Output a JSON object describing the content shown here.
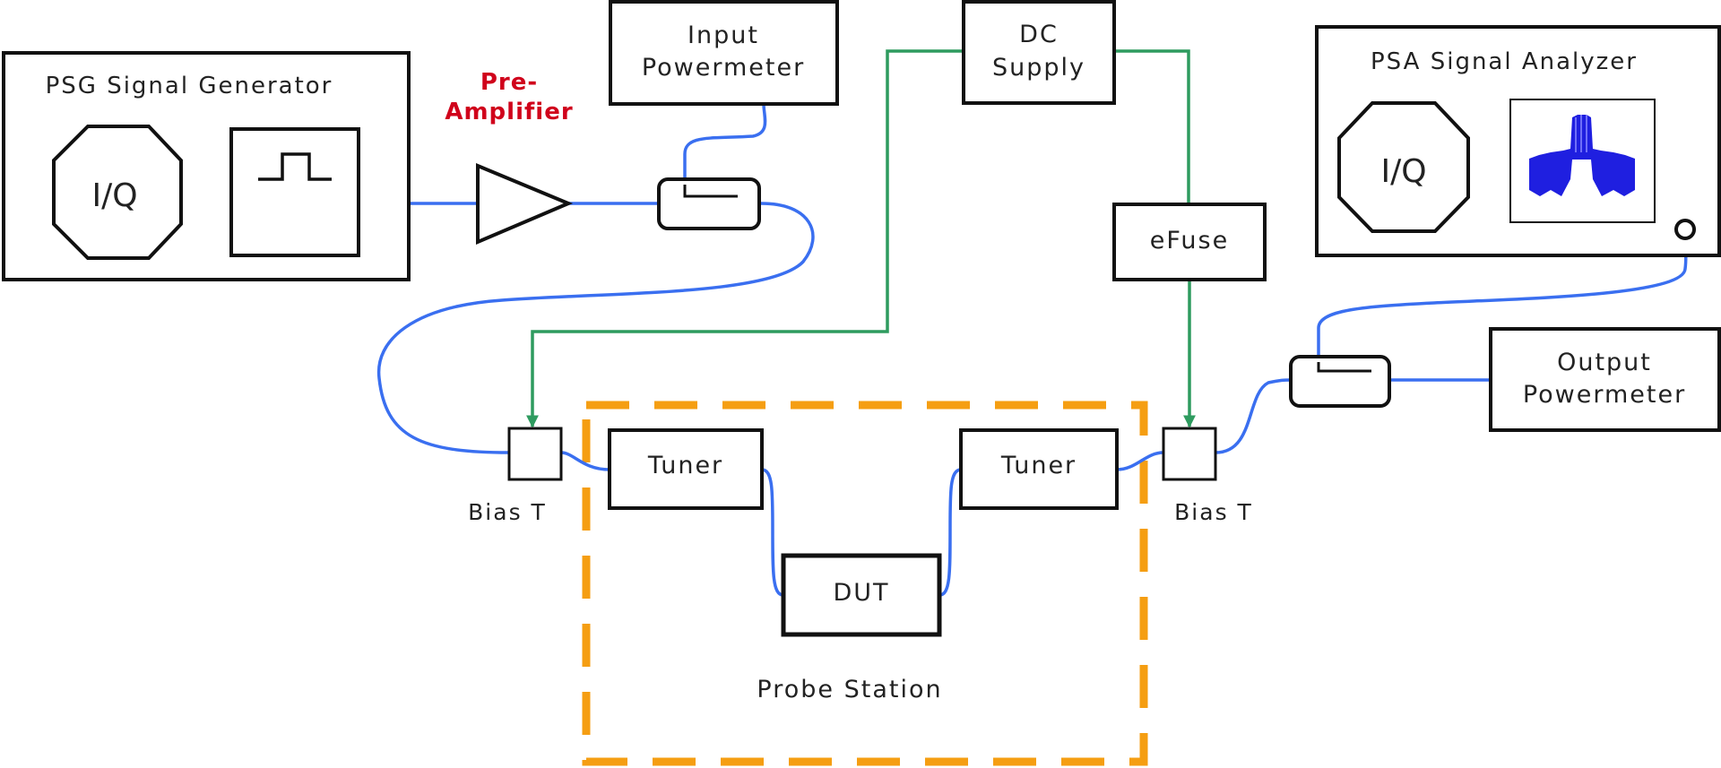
{
  "colors": {
    "rf_cable": "#3a6ff0",
    "dc_line": "#2e9b5f",
    "probe_boundary": "#f59e12",
    "highlight_label": "#d0021b",
    "spectrum": "#1f1fe0"
  },
  "labels": {
    "psg_generator": "PSG Signal Generator",
    "psg_iq": "I/Q",
    "pre_amp_line1": "Pre-",
    "pre_amp_line2": "Amplifier",
    "input_pm_line1": "Input",
    "input_pm_line2": "Powermeter",
    "dc_line1": "DC",
    "dc_line2": "Supply",
    "efuse": "eFuse",
    "psa_analyzer": "PSA Signal Analyzer",
    "psa_iq": "I/Q",
    "output_pm_line1": "Output",
    "output_pm_line2": "Powermeter",
    "tuner_left": "Tuner",
    "tuner_right": "Tuner",
    "dut": "DUT",
    "bias_t_left": "Bias T",
    "bias_t_right": "Bias T",
    "probe_station": "Probe Station"
  },
  "icons": {
    "pulse": "pulse-waveform-icon",
    "spectrum": "spectrum-display-icon",
    "rf_port": "rf-port-icon"
  }
}
